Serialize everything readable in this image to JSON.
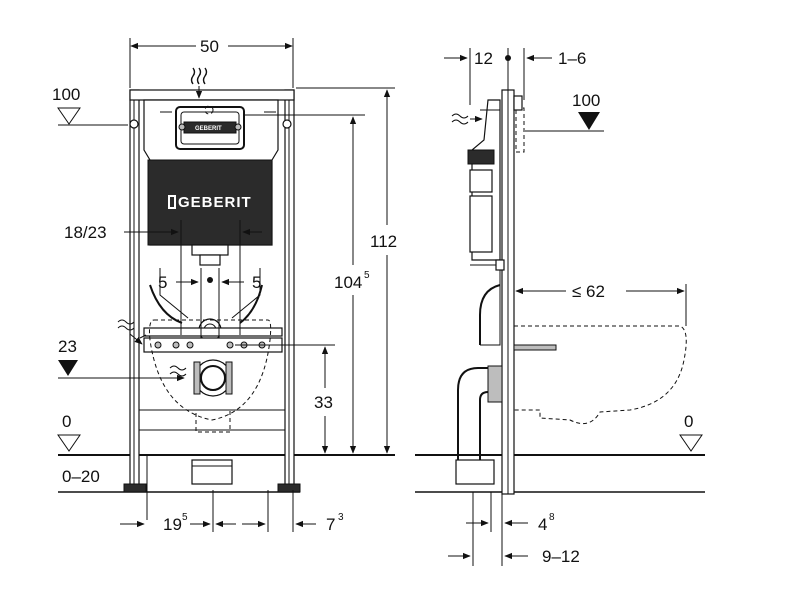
{
  "front": {
    "width": "50",
    "level_100": "100",
    "level_23": "23",
    "level_0": "0",
    "floor_range": "0–20",
    "flush_spacing": "18/23",
    "offset_left": "5",
    "offset_right": "5",
    "height_total": "112",
    "height_mount": "104",
    "height_mount_sup": "5",
    "height_drain": "33",
    "bottom_left": "19",
    "bottom_left_sup": "5",
    "bottom_right": "7",
    "bottom_right_sup": "3",
    "brand": "GEBERIT",
    "brand_plate": "GEBERIT"
  },
  "side": {
    "top_depth": "12",
    "top_range": "1–6",
    "level_100": "100",
    "projection": "≤ 62",
    "level_0": "0",
    "bottom_a": "4",
    "bottom_a_sup": "8",
    "bottom_b": "9–12"
  }
}
